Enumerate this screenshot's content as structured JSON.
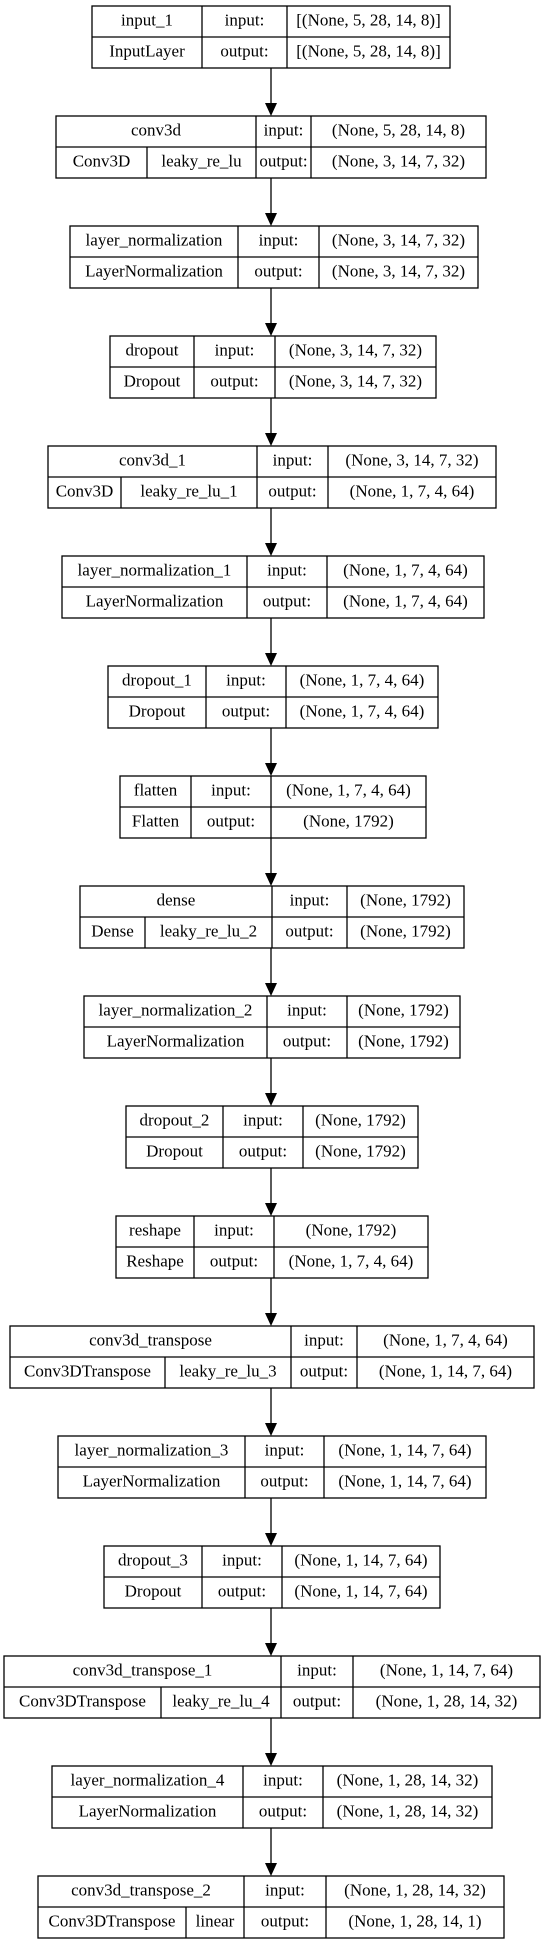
{
  "layers": [
    {
      "name": "input_1",
      "type": "InputLayer",
      "input": "[(None, 5, 28, 14, 8)]",
      "output": "[(None, 5, 28, 14, 8)]"
    },
    {
      "name": "conv3d",
      "type": "Conv3D",
      "activation": "leaky_re_lu",
      "input": "(None, 5, 28, 14, 8)",
      "output": "(None, 3, 14, 7, 32)"
    },
    {
      "name": "layer_normalization",
      "type": "LayerNormalization",
      "input": "(None, 3, 14, 7, 32)",
      "output": "(None, 3, 14, 7, 32)"
    },
    {
      "name": "dropout",
      "type": "Dropout",
      "input": "(None, 3, 14, 7, 32)",
      "output": "(None, 3, 14, 7, 32)"
    },
    {
      "name": "conv3d_1",
      "type": "Conv3D",
      "activation": "leaky_re_lu_1",
      "input": "(None, 3, 14, 7, 32)",
      "output": "(None, 1, 7, 4, 64)"
    },
    {
      "name": "layer_normalization_1",
      "type": "LayerNormalization",
      "input": "(None, 1, 7, 4, 64)",
      "output": "(None, 1, 7, 4, 64)"
    },
    {
      "name": "dropout_1",
      "type": "Dropout",
      "input": "(None, 1, 7, 4, 64)",
      "output": "(None, 1, 7, 4, 64)"
    },
    {
      "name": "flatten",
      "type": "Flatten",
      "input": "(None, 1, 7, 4, 64)",
      "output": "(None, 1792)"
    },
    {
      "name": "dense",
      "type": "Dense",
      "activation": "leaky_re_lu_2",
      "input": "(None, 1792)",
      "output": "(None, 1792)"
    },
    {
      "name": "layer_normalization_2",
      "type": "LayerNormalization",
      "input": "(None, 1792)",
      "output": "(None, 1792)"
    },
    {
      "name": "dropout_2",
      "type": "Dropout",
      "input": "(None, 1792)",
      "output": "(None, 1792)"
    },
    {
      "name": "reshape",
      "type": "Reshape",
      "input": "(None, 1792)",
      "output": "(None, 1, 7, 4, 64)"
    },
    {
      "name": "conv3d_transpose",
      "type": "Conv3DTranspose",
      "activation": "leaky_re_lu_3",
      "input": "(None, 1, 7, 4, 64)",
      "output": "(None, 1, 14, 7, 64)"
    },
    {
      "name": "layer_normalization_3",
      "type": "LayerNormalization",
      "input": "(None, 1, 14, 7, 64)",
      "output": "(None, 1, 14, 7, 64)"
    },
    {
      "name": "dropout_3",
      "type": "Dropout",
      "input": "(None, 1, 14, 7, 64)",
      "output": "(None, 1, 14, 7, 64)"
    },
    {
      "name": "conv3d_transpose_1",
      "type": "Conv3DTranspose",
      "activation": "leaky_re_lu_4",
      "input": "(None, 1, 14, 7, 64)",
      "output": "(None, 1, 28, 14, 32)"
    },
    {
      "name": "layer_normalization_4",
      "type": "LayerNormalization",
      "input": "(None, 1, 28, 14, 32)",
      "output": "(None, 1, 28, 14, 32)"
    },
    {
      "name": "conv3d_transpose_2",
      "type": "Conv3DTranspose",
      "activation": "linear",
      "input": "(None, 1, 28, 14, 32)",
      "output": "(None, 1, 28, 14, 1)"
    }
  ],
  "port_labels": {
    "input": "input:",
    "output": "output:"
  },
  "colors": {
    "stroke": "#000000",
    "background": "#ffffff"
  }
}
